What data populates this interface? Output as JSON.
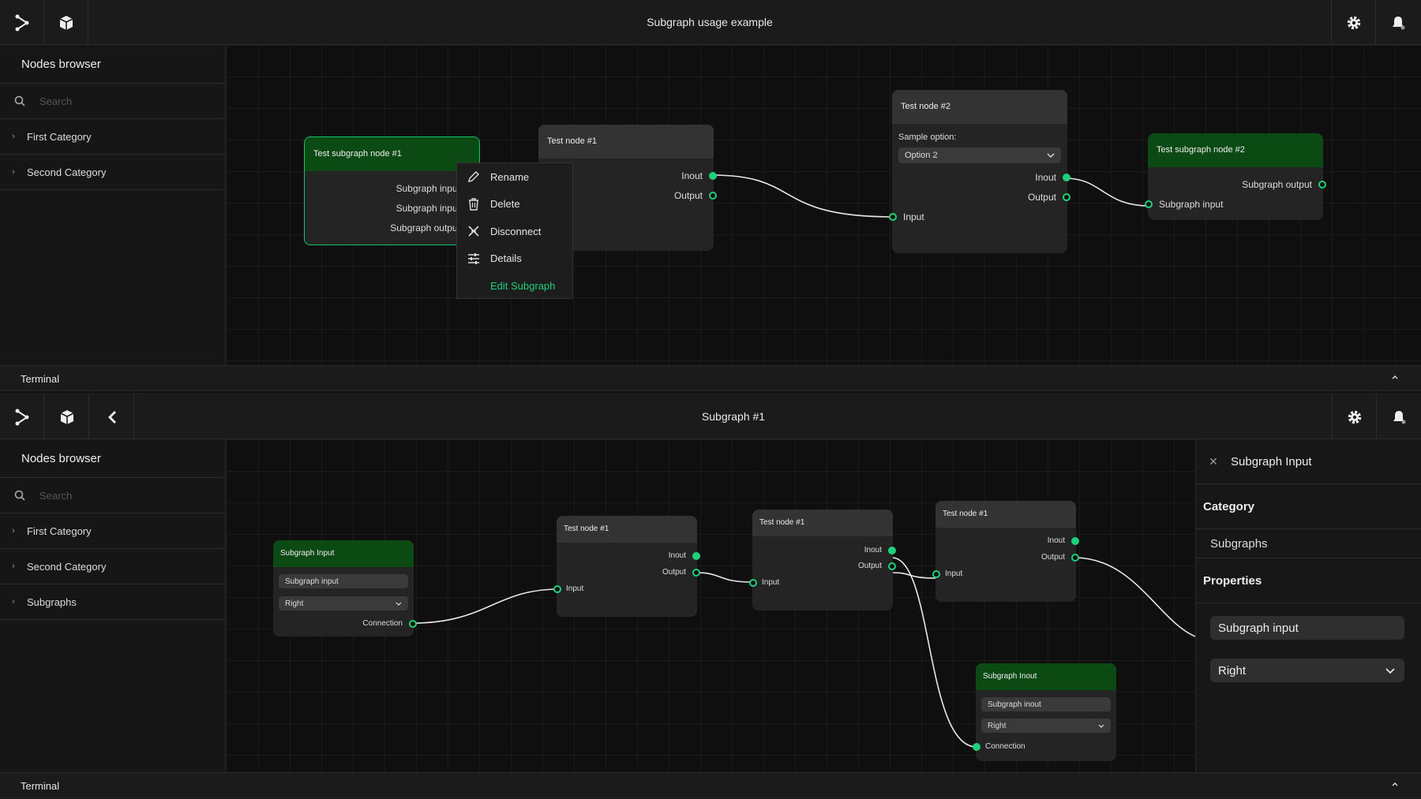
{
  "top": {
    "title": "Subgraph usage example",
    "icons": [
      "graph-icon",
      "cube-icon",
      "gear-icon",
      "bell-icon"
    ],
    "sidebar": {
      "heading": "Nodes browser",
      "search_placeholder": "Search",
      "categories": [
        "First Category",
        "Second Category"
      ]
    },
    "nodes": {
      "subgraph1": {
        "title": "Test subgraph node #1",
        "ports": [
          "Subgraph input",
          "Subgraph input",
          "Subgraph output"
        ]
      },
      "test1": {
        "title": "Test node #1",
        "out_inout": "Inout",
        "out_output": "Output"
      },
      "test2": {
        "title": "Test node #2",
        "option_label": "Sample option:",
        "option_value": "Option 2",
        "out_inout": "Inout",
        "out_output": "Output",
        "in_input": "Input"
      },
      "subgraph2": {
        "title": "Test subgraph node #2",
        "out": "Subgraph output",
        "in": "Subgraph input"
      }
    },
    "context_menu": [
      "Rename",
      "Delete",
      "Disconnect",
      "Details",
      "Edit Subgraph"
    ],
    "terminal": "Terminal"
  },
  "bottom": {
    "title": "Subgraph #1",
    "icons": [
      "graph-icon",
      "cube-icon",
      "back-arrow-icon",
      "gear-icon",
      "bell-icon"
    ],
    "sidebar": {
      "heading": "Nodes browser",
      "search_placeholder": "Search",
      "categories": [
        "First Category",
        "Second Category",
        "Subgraphs"
      ]
    },
    "nodes": {
      "sgin": {
        "title": "Subgraph Input",
        "field": "Subgraph input",
        "select": "Right",
        "out": "Connection"
      },
      "t1a": {
        "title": "Test node #1",
        "inout": "Inout",
        "output": "Output",
        "input": "Input"
      },
      "t1b": {
        "title": "Test node #1",
        "inout": "Inout",
        "output": "Output",
        "input": "Input"
      },
      "t1c": {
        "title": "Test node #1",
        "inout": "Inout",
        "output": "Output",
        "input": "Input"
      },
      "sgout": {
        "title": "Subgraph Inout",
        "field": "Subgraph inout",
        "select": "Right",
        "in": "Connection"
      }
    },
    "panel": {
      "title": "Subgraph Input",
      "category_heading": "Category",
      "category_value": "Subgraphs",
      "properties_heading": "Properties",
      "name_value": "Subgraph input",
      "side_value": "Right"
    },
    "terminal": "Terminal"
  },
  "colors": {
    "accent": "#1fd07a",
    "node_header_green": "#0b4a13",
    "node_header": "#333333",
    "background": "#0f0f0f"
  }
}
